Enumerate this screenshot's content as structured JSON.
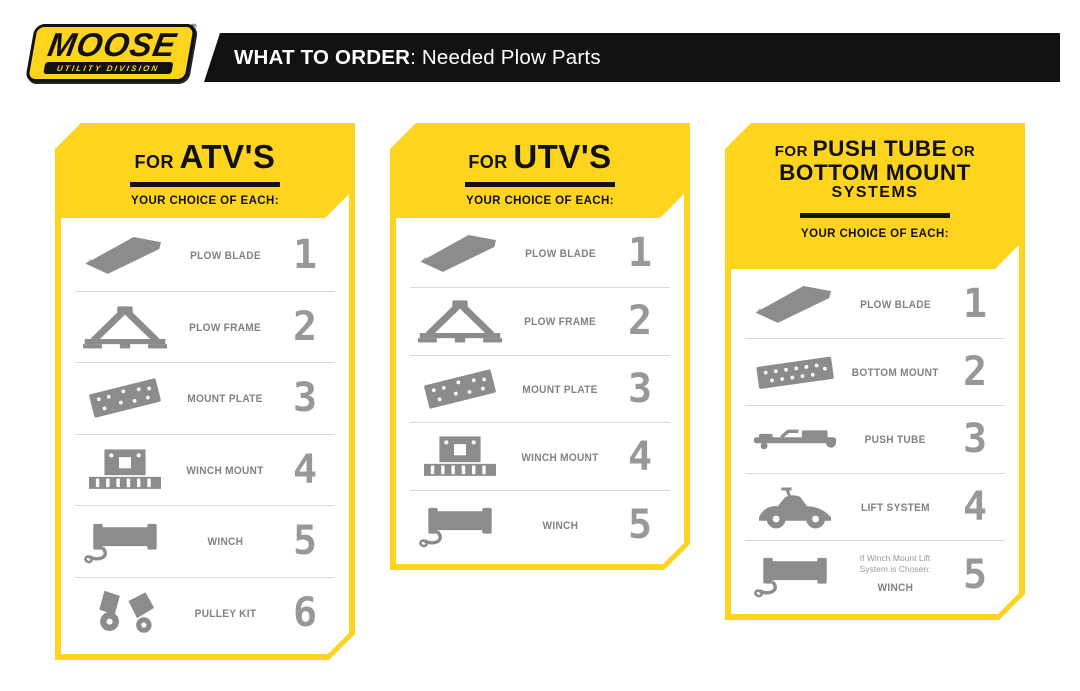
{
  "header": {
    "logo": {
      "brand": "MOOSE",
      "registered": "®",
      "sub": "UTILITY DIVISION"
    },
    "title_bold": "WHAT TO ORDER",
    "title_rest": ": Needed Plow Parts"
  },
  "colors": {
    "yellow": "#FFD41F",
    "black": "#111111",
    "icon-gray": "#8A8C8E",
    "label-gray": "#808285",
    "number-gray": "#96989B",
    "divider": "#D8D9DA"
  },
  "cards": [
    {
      "title_lines": [
        [
          {
            "t": "FOR ",
            "s": "small"
          },
          {
            "t": "ATV'S",
            "s": "large"
          }
        ]
      ],
      "subtitle": "YOUR CHOICE OF EACH:",
      "items": [
        {
          "icon": "plow-blade",
          "label": "PLOW BLADE",
          "number": "1"
        },
        {
          "icon": "plow-frame",
          "label": "PLOW FRAME",
          "number": "2"
        },
        {
          "icon": "mount-plate",
          "label": "MOUNT PLATE",
          "number": "3"
        },
        {
          "icon": "winch-mount",
          "label": "WINCH MOUNT",
          "number": "4"
        },
        {
          "icon": "winch",
          "label": "WINCH",
          "number": "5"
        },
        {
          "icon": "pulley-kit",
          "label": "PULLEY KIT",
          "number": "6"
        }
      ]
    },
    {
      "title_lines": [
        [
          {
            "t": "FOR ",
            "s": "small"
          },
          {
            "t": "UTV'S",
            "s": "large"
          }
        ]
      ],
      "subtitle": "YOUR CHOICE OF EACH:",
      "items": [
        {
          "icon": "plow-blade",
          "label": "PLOW BLADE",
          "number": "1"
        },
        {
          "icon": "plow-frame",
          "label": "PLOW FRAME",
          "number": "2"
        },
        {
          "icon": "mount-plate",
          "label": "MOUNT PLATE",
          "number": "3"
        },
        {
          "icon": "winch-mount",
          "label": "WINCH MOUNT",
          "number": "4"
        },
        {
          "icon": "winch",
          "label": "WINCH",
          "number": "5"
        }
      ]
    },
    {
      "title_lines": [
        [
          {
            "t": "FOR ",
            "s": "small"
          },
          {
            "t": "PUSH TUBE",
            "s": "large"
          },
          {
            "t": " OR",
            "s": "small"
          }
        ],
        [
          {
            "t": "BOTTOM MOUNT",
            "s": "large"
          }
        ],
        [
          {
            "t": "SYSTEMS",
            "s": "medium"
          }
        ]
      ],
      "subtitle": "YOUR CHOICE OF EACH:",
      "items": [
        {
          "icon": "plow-blade",
          "label": "PLOW BLADE",
          "number": "1"
        },
        {
          "icon": "bottom-mount",
          "label": "BOTTOM MOUNT",
          "number": "2"
        },
        {
          "icon": "push-tube",
          "label": "PUSH TUBE",
          "number": "3"
        },
        {
          "icon": "lift-system",
          "label": "LIFT SYSTEM",
          "number": "4"
        },
        {
          "icon": "winch",
          "note_lines": [
            "If Winch Mount Lift",
            "System is Chosen:"
          ],
          "label": "WINCH",
          "number": "5"
        }
      ]
    }
  ]
}
